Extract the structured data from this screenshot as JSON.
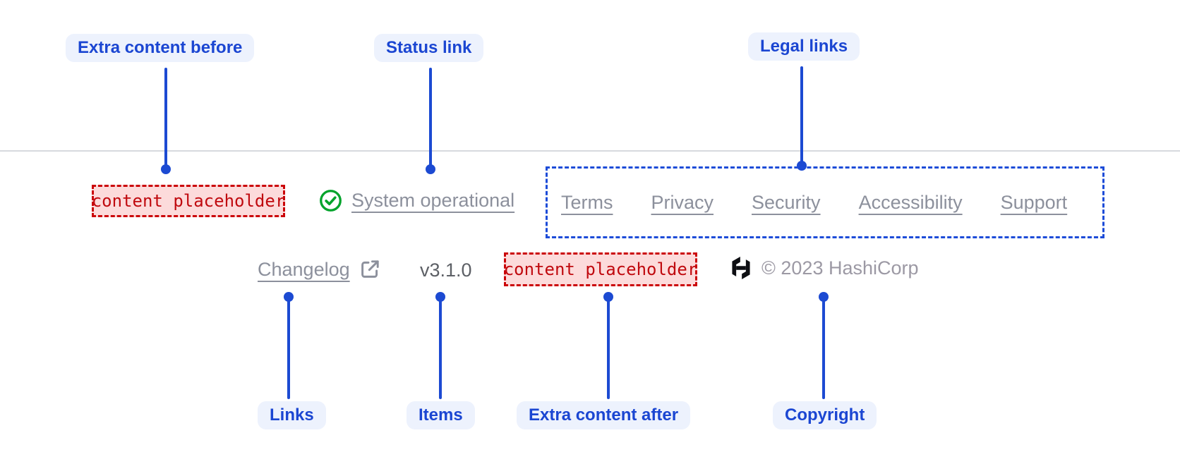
{
  "colors": {
    "annotation_blue": "#1c4ad2",
    "annotation_pill_bg": "#edf2fd",
    "placeholder_red": "#c00a0f",
    "placeholder_bg": "#fcdbdb",
    "legal_box_border": "#1d4cd8",
    "success_green": "#02a32b",
    "link_gray": "#8c909c",
    "version_gray": "#5d6066",
    "copyright_gray": "#9c99a4",
    "divider_gray": "#d7d9de",
    "logo_black": "#0e0f13"
  },
  "annotations": {
    "extra_content_before": "Extra content before",
    "status_link": "Status link",
    "legal_links": "Legal links",
    "links": "Links",
    "items": "Items",
    "extra_content_after": "Extra content after",
    "copyright": "Copyright"
  },
  "footer": {
    "extra_content_before_placeholder": "content placeholder",
    "status": {
      "label": "System operational",
      "icon": "check-circle-icon"
    },
    "legal_links": [
      "Terms",
      "Privacy",
      "Security",
      "Accessibility",
      "Support"
    ],
    "links": {
      "changelog": "Changelog",
      "icon": "external-link-icon"
    },
    "items": {
      "version": "v3.1.0"
    },
    "extra_content_after_placeholder": "content placeholder",
    "copyright_text": "© 2023 HashiCorp",
    "copyright_icon": "hashicorp-logo-icon"
  }
}
